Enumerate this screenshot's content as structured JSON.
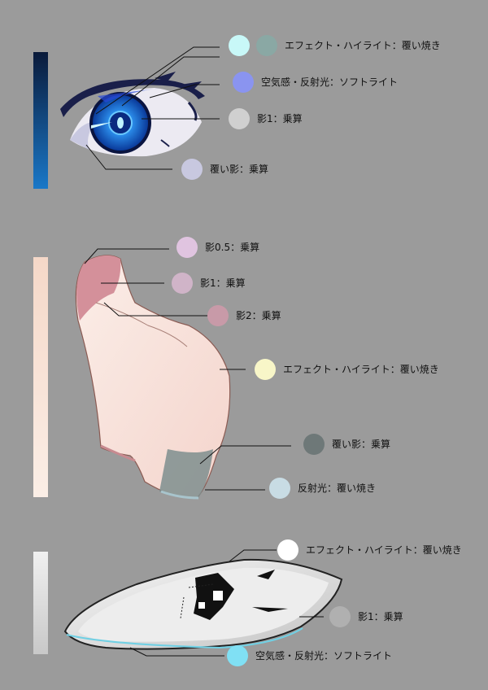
{
  "sections": [
    {
      "name": "eye",
      "gradient_colors": [
        "#0a1a3a",
        "#1a78c8"
      ],
      "swatches": [
        {
          "colors": [
            "#c8f8f8",
            "#8aa8a4"
          ],
          "label": "エフェクト・ハイライト：覆い焼き"
        },
        {
          "colors": [
            "#8a94f0"
          ],
          "label": "空気感・反射光：ソフトライト"
        },
        {
          "colors": [
            "#d0d0d0"
          ],
          "label": "影1：乗算"
        },
        {
          "colors": [
            "#c8c8e0"
          ],
          "label": "覆い影：乗算"
        }
      ]
    },
    {
      "name": "hand",
      "gradient_colors": [
        "#f5d8c8",
        "#fbeee6"
      ],
      "swatches": [
        {
          "colors": [
            "#e0c4e0"
          ],
          "label": "影0.5：乗算"
        },
        {
          "colors": [
            "#d0b4c8"
          ],
          "label": "影1：乗算"
        },
        {
          "colors": [
            "#c89aa8"
          ],
          "label": "影2：乗算"
        },
        {
          "colors": [
            "#f8f6c8"
          ],
          "label": "エフェクト・ハイライト：覆い焼き"
        },
        {
          "colors": [
            "#6e7878"
          ],
          "label": "覆い影：乗算"
        },
        {
          "colors": [
            "#c8dce4"
          ],
          "label": "反射光：覆い焼き"
        }
      ]
    },
    {
      "name": "crystal",
      "gradient_colors": [
        "#f0f0f0",
        "#c8c8c8"
      ],
      "swatches": [
        {
          "colors": [
            "#ffffff"
          ],
          "label": "エフェクト・ハイライト：覆い焼き"
        },
        {
          "colors": [
            "#b0b0b0"
          ],
          "label": "影1：乗算"
        },
        {
          "colors": [
            "#80e0f4"
          ],
          "label": "空気感・反射光：ソフトライト"
        }
      ]
    }
  ]
}
